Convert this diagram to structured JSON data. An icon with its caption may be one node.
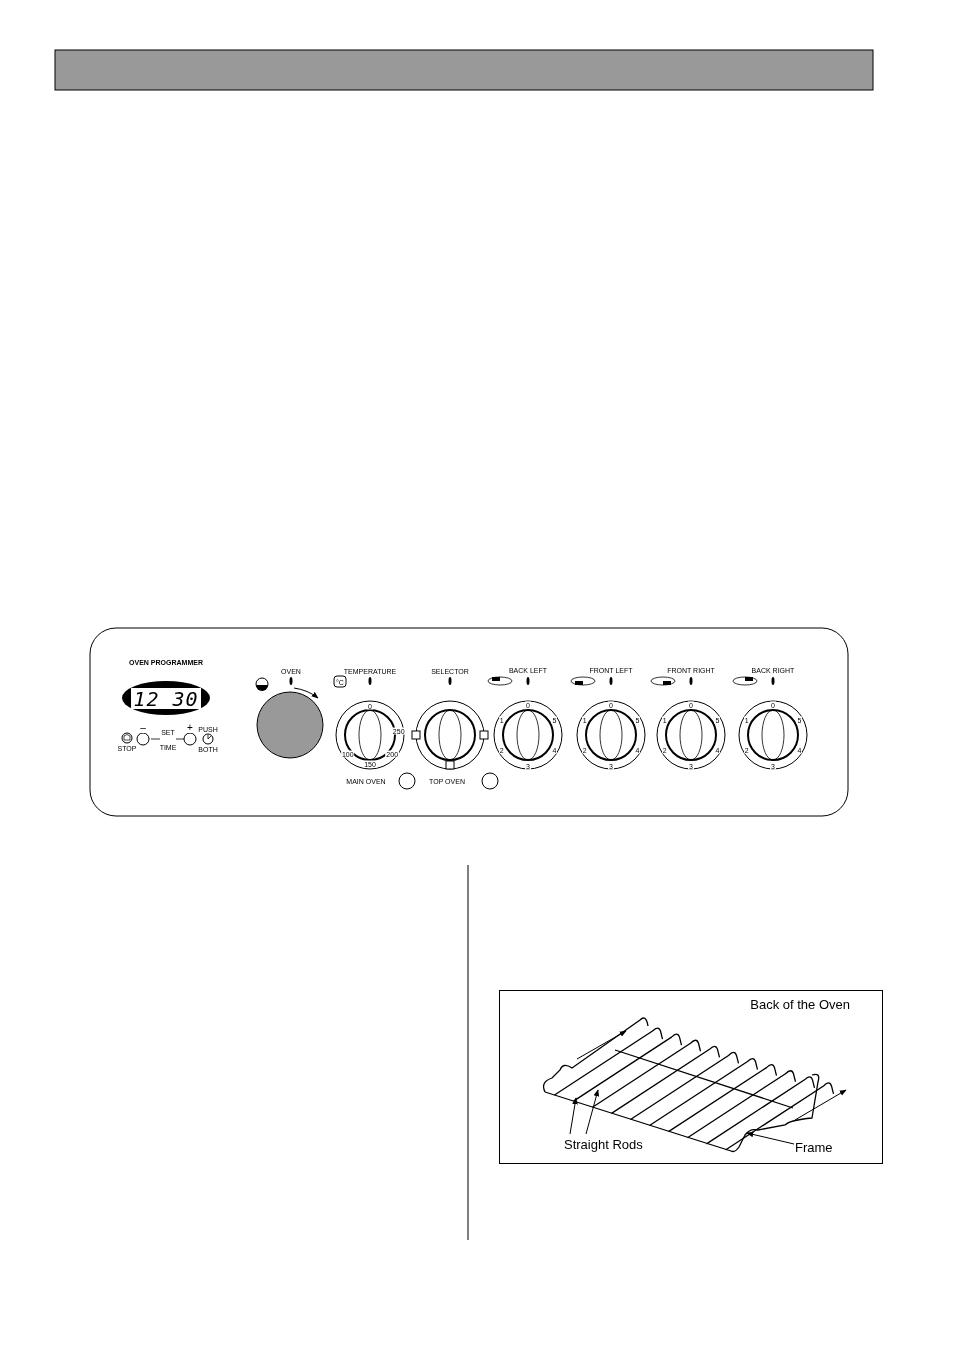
{
  "diagram": {
    "nodes": [
      {
        "text": [
          "Back of the Oven"
        ]
      },
      {
        "text": [
          "Straight Rods"
        ],
        "in": 0
      },
      {
        "text": [
          "Frame"
        ],
        "in": 0
      }
    ],
    "edges": [
      {
        "from": 1,
        "to": null,
        "arrow": "to"
      },
      {
        "from": 1,
        "to": null,
        "arrow": "to"
      },
      {
        "from": 2,
        "to": null,
        "arrow": "to"
      }
    ],
    "labels": [
      "OVEN PROGRAMMER",
      "OVEN",
      "TEMPERATURE",
      "SELECTOR",
      "BACK LEFT",
      "FRONT LEFT",
      "FRONT RIGHT",
      "BACK RIGHT",
      "12 30",
      "°C",
      "0",
      "250",
      "200",
      "150",
      "100",
      "0",
      "1",
      "2",
      "3",
      "4",
      "5",
      "0",
      "1",
      "2",
      "3",
      "4",
      "5",
      "0",
      "1",
      "2",
      "3",
      "4",
      "5",
      "0",
      "1",
      "2",
      "3",
      "4",
      "5",
      "–",
      "SET",
      "+",
      "PUSH",
      "STOP",
      "TIME",
      "BOTH",
      "MAIN OVEN",
      "TOP OVEN"
    ]
  }
}
